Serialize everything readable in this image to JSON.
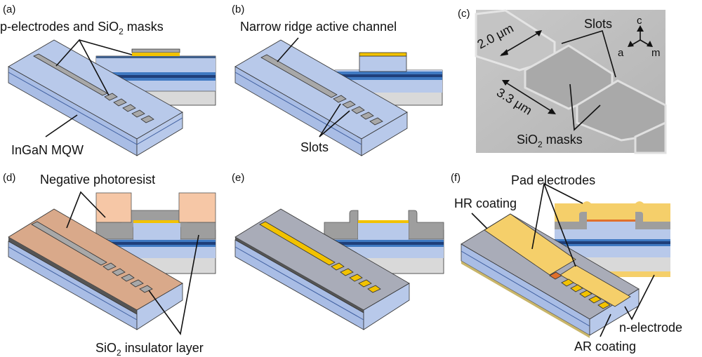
{
  "figure": {
    "colors": {
      "substrate": "#b8c9ea",
      "substrate_side": "#a9bde5",
      "mqw_dark": "#1f4e8c",
      "mqw_mid": "#3f79c2",
      "base_gray": "#d9d9d9",
      "sio2_mask": "#a8a8a8",
      "gold": "#f2c200",
      "photoresist": "#f6c7a6",
      "photoresist_top": "#d9a98a",
      "insulator": "#9e9e9e",
      "pad_gold": "#f5cf6a",
      "hr_orange": "#e0702c",
      "sem_bg": "#bdbdbd"
    },
    "panels": [
      {
        "id": "a",
        "tag": "(a)",
        "labels": {
          "top": "p-electrodes and SiO",
          "top_sub": "2",
          "top_tail": " masks",
          "bottom": "InGaN MQW"
        }
      },
      {
        "id": "b",
        "tag": "(b)",
        "labels": {
          "top": "Narrow ridge active channel",
          "bottom": "Slots"
        }
      },
      {
        "id": "c",
        "tag": "(c)",
        "labels": {
          "slots": "Slots",
          "dim1": "2.0 μm",
          "dim2": "3.3 μm",
          "masks": "SiO",
          "masks_sub": "2",
          "masks_tail": " masks",
          "axis_c": "c",
          "axis_a": "a",
          "axis_m": "m"
        }
      },
      {
        "id": "d",
        "tag": "(d)",
        "labels": {
          "top": "Negative photoresist",
          "bottom": "SiO",
          "bottom_sub": "2",
          "bottom_tail": " insulator layer"
        }
      },
      {
        "id": "e",
        "tag": "(e)",
        "labels": {}
      },
      {
        "id": "f",
        "tag": "(f)",
        "labels": {
          "pad": "Pad electrodes",
          "hr": "HR coating",
          "n": "n-electrode",
          "ar": "AR coating"
        }
      }
    ]
  }
}
